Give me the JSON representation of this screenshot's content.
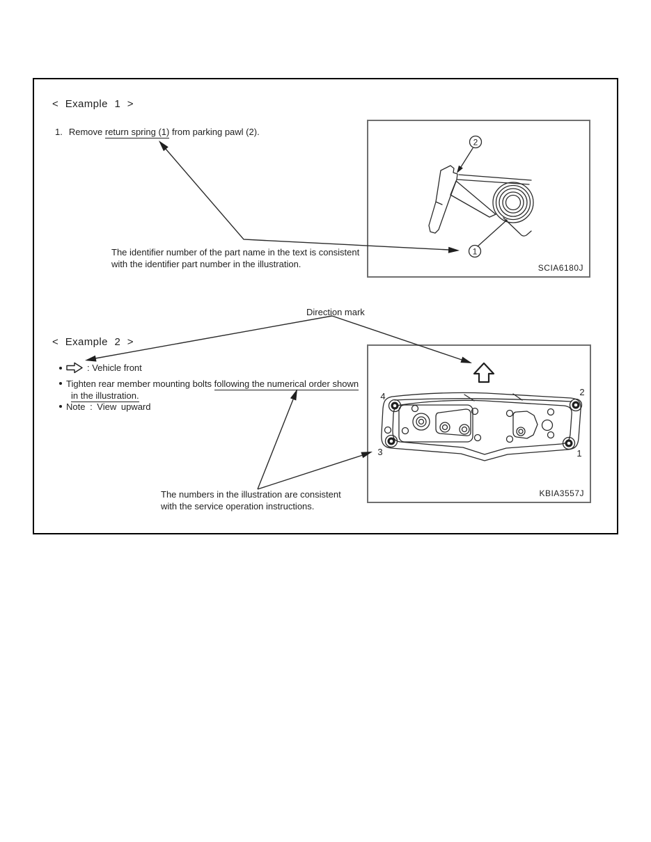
{
  "example1": {
    "heading": "< Example 1 >",
    "step": {
      "number": "1.",
      "text_pre": "Remove ",
      "text_underlined": "return spring (1)",
      "text_post": " from parking pawl (2)."
    },
    "caption": {
      "line1": "The identifier number of the part name in the text is consistent",
      "line2": "with the identifier part number in the illustration."
    },
    "figure": {
      "code": "SCIA6180J",
      "callout_spring": "1",
      "callout_pawl": "2"
    }
  },
  "direction_mark": {
    "label": "Direction mark"
  },
  "example2": {
    "heading": "< Example 2 >",
    "bullets": {
      "vehicle_front_label": ": Vehicle front",
      "tighten_pre": "Tighten rear member mounting bolts ",
      "tighten_underlined_1": "following the numerical order shown",
      "tighten_underlined_2": "in the illustration.",
      "note": "Note : View upward"
    },
    "caption": {
      "line1": "The numbers in the illustration are consistent",
      "line2": "with the service operation instructions."
    },
    "figure": {
      "code": "KBIA3557J",
      "bolt_1": "1",
      "bolt_2": "2",
      "bolt_3": "3",
      "bolt_4": "4"
    }
  },
  "colors": {
    "ink": "#1f1f1f",
    "paper": "#ffffff"
  }
}
